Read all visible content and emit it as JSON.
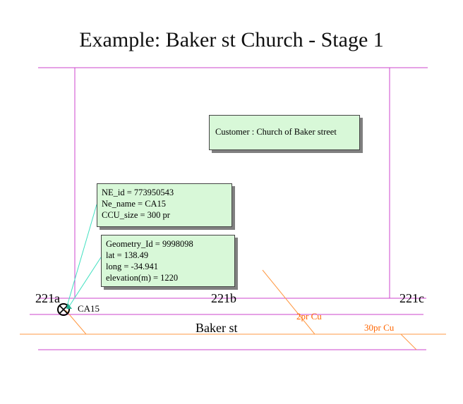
{
  "title": "Example: Baker st Church - Stage 1",
  "customer_note": "Customer : Church of Baker street",
  "ne_info": [
    "NE_id = 773950543",
    "Ne_name = CA15",
    "CCU_size = 300 pr"
  ],
  "geometry_info": [
    "Geometry_Id = 9998098",
    "lat = 138.49",
    "long = -34.941",
    "elevation(m) = 1220"
  ],
  "lots": {
    "a": "221a",
    "b": "221b",
    "c": "221c"
  },
  "device_label": "CA15",
  "street_label": "Baker st",
  "cables": {
    "first": "2pr Cu",
    "second": "30pr Cu"
  },
  "colors": {
    "boundary": "#cc44cc",
    "cable": "#ff9944",
    "cable_text": "#ff6600",
    "leader": "#40e0c0",
    "note_fill": "#d8f8d8"
  }
}
